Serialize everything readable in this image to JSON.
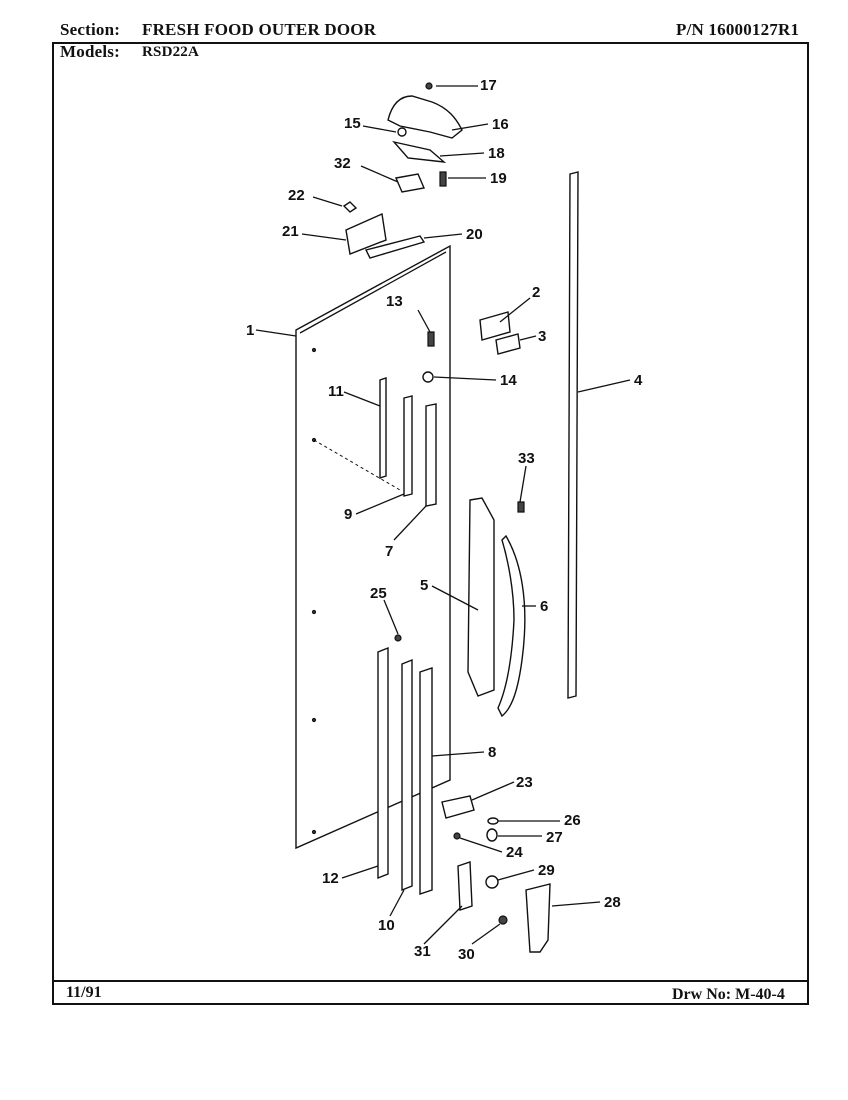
{
  "header": {
    "section_label": "Section:",
    "section_value": "FRESH FOOD OUTER DOOR",
    "models_label": "Models:",
    "models_value": "RSD22A",
    "part_number": "P/N 16000127R1"
  },
  "footer": {
    "date": "11/91",
    "drawing_number": "Drw No: M-40-4"
  },
  "callouts": [
    "1",
    "2",
    "3",
    "4",
    "5",
    "6",
    "7",
    "8",
    "9",
    "10",
    "11",
    "12",
    "13",
    "14",
    "15",
    "16",
    "17",
    "18",
    "19",
    "20",
    "21",
    "22",
    "23",
    "24",
    "25",
    "26",
    "27",
    "28",
    "29",
    "30",
    "31",
    "32",
    "33"
  ]
}
